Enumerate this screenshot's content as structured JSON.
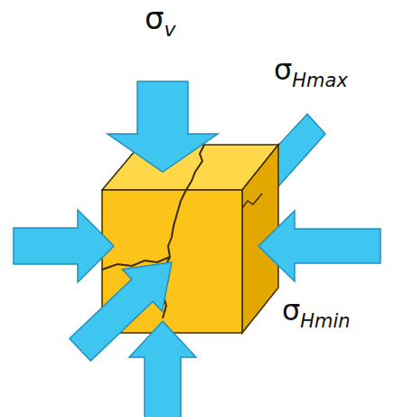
{
  "diagram": {
    "labels": [
      "σv",
      "σHmax",
      "σHmin"
    ]
  }
}
